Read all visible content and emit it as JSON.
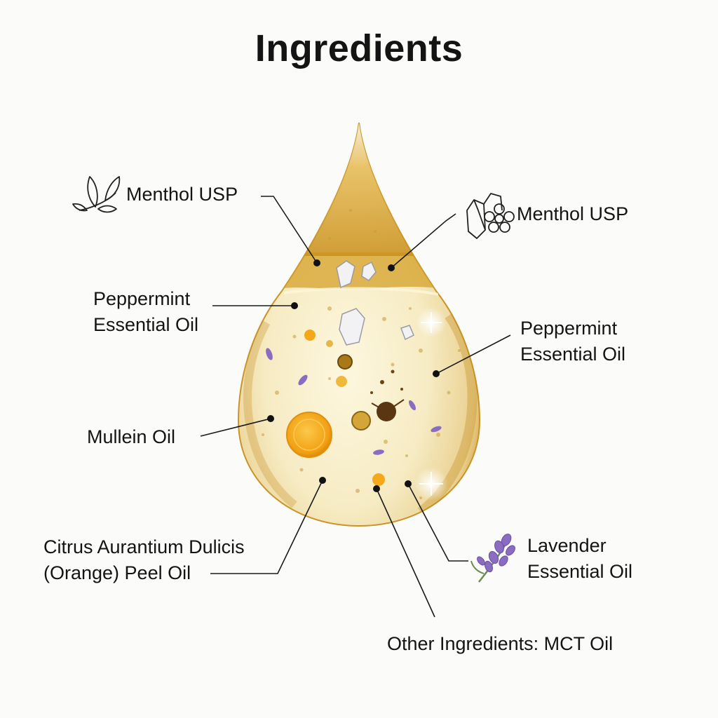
{
  "title": "Ingredients",
  "colors": {
    "oil_gold": "#d9a526",
    "oil_light": "#f6ecc4",
    "orange": "#f4a417",
    "lavender": "#8a6cc0",
    "leader": "#1a1a1a"
  },
  "labels": {
    "menthol_left": "Menthol USP",
    "menthol_right": "Menthol USP",
    "peppermint_left_1": "Peppermint",
    "peppermint_left_2": "Essential Oil",
    "peppermint_right_1": "Peppermint",
    "peppermint_right_2": "Essential Oil",
    "mullein": "Mullein Oil",
    "citrus_1": "Citrus Aurantium Dulicis",
    "citrus_2": "(Orange) Peel Oil",
    "lavender_1": "Lavender",
    "lavender_2": "Essential Oil",
    "other": "Other Ingredients: MCT Oil"
  },
  "icons": {
    "menthol_left": "leaf-sprig-icon",
    "menthol_right": "crystal-flower-icon",
    "lavender": "lavender-sprig-icon"
  }
}
